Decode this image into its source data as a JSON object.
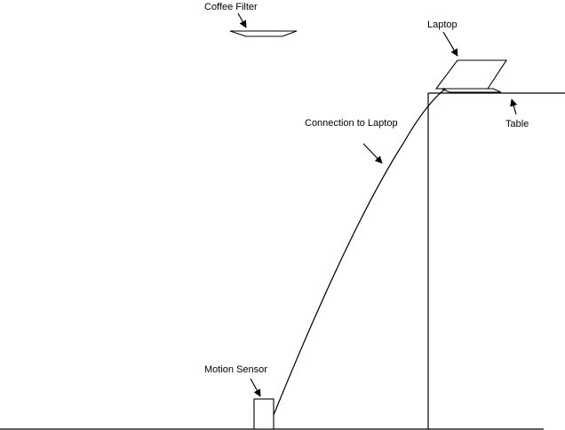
{
  "labels": {
    "coffee_filter": "Coffee Filter",
    "laptop": "Laptop",
    "table": "Table",
    "connection": "Connection to Laptop",
    "motion_sensor": "Motion Sensor"
  },
  "colors": {
    "ink": "#000000",
    "background": "#ffffff"
  }
}
